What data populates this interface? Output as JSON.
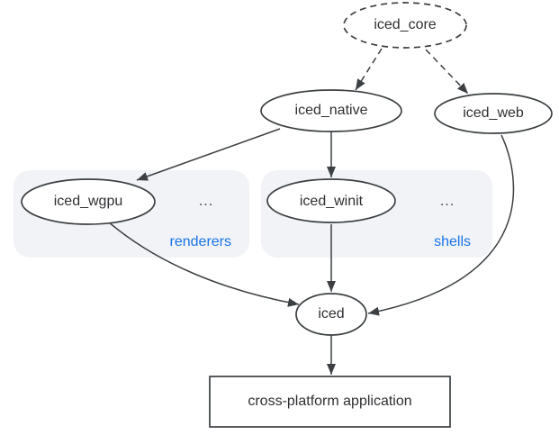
{
  "diagram": {
    "type": "dependency-graph",
    "background": "#ffffff",
    "colors": {
      "node_border": "#3c4043",
      "node_fill": "#ffffff",
      "edge": "#3c4043",
      "text": "#2f3033",
      "group_fill": "#f1f3f6",
      "group_label": "#1a73e8"
    },
    "nodes": {
      "iced_core": {
        "label": "iced_core",
        "shape": "ellipse",
        "border_style": "dashed"
      },
      "iced_native": {
        "label": "iced_native",
        "shape": "ellipse",
        "border_style": "solid"
      },
      "iced_web": {
        "label": "iced_web",
        "shape": "ellipse",
        "border_style": "solid"
      },
      "iced_wgpu": {
        "label": "iced_wgpu",
        "shape": "ellipse",
        "border_style": "solid",
        "group": "renderers"
      },
      "iced_winit": {
        "label": "iced_winit",
        "shape": "ellipse",
        "border_style": "solid",
        "group": "shells"
      },
      "iced": {
        "label": "iced",
        "shape": "ellipse",
        "border_style": "solid"
      },
      "application": {
        "label": "cross-platform application",
        "shape": "rectangle",
        "border_style": "solid"
      }
    },
    "groups": {
      "renderers": {
        "label": "renderers",
        "more_indicator": "..."
      },
      "shells": {
        "label": "shells",
        "more_indicator": "..."
      }
    },
    "edges": [
      {
        "from": "iced_core",
        "to": "iced_native",
        "style": "dashed"
      },
      {
        "from": "iced_core",
        "to": "iced_web",
        "style": "dashed"
      },
      {
        "from": "iced_native",
        "to": "iced_wgpu",
        "style": "solid"
      },
      {
        "from": "iced_native",
        "to": "iced_winit",
        "style": "solid"
      },
      {
        "from": "iced_wgpu",
        "to": "iced",
        "style": "solid"
      },
      {
        "from": "iced_winit",
        "to": "iced",
        "style": "solid"
      },
      {
        "from": "iced_web",
        "to": "iced",
        "style": "solid"
      },
      {
        "from": "iced",
        "to": "application",
        "style": "solid"
      }
    ]
  }
}
